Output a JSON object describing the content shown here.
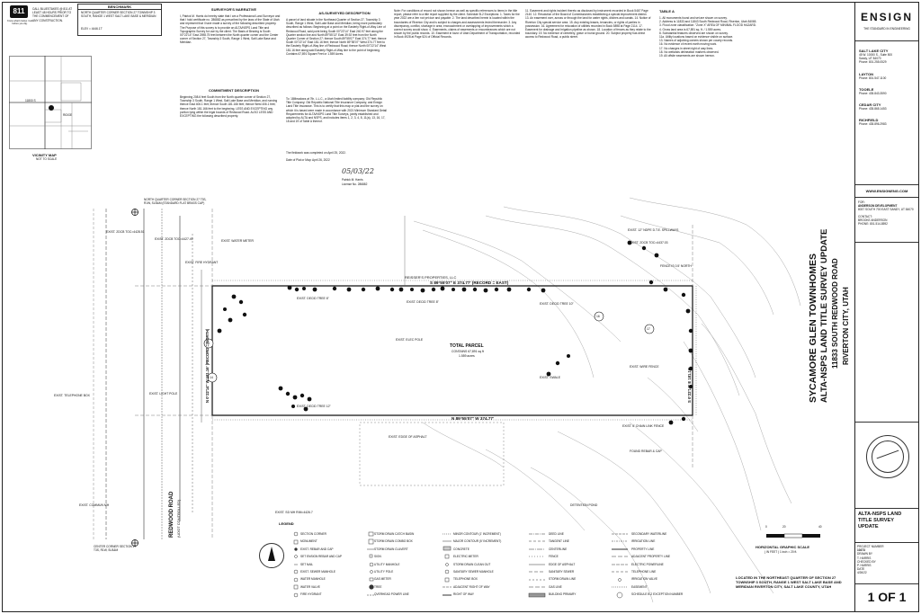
{
  "badge_811": {
    "number": "811",
    "caption": "Know what's below. Call before you dig.",
    "notice": "CALL BLUESTAKES @ 811 AT LEAST 48 HOURS PRIOR TO THE COMMENCEMENT OF ANY CONSTRUCTION."
  },
  "benchmark": {
    "title": "BENCHMARK",
    "text": "NORTH QUARTER CORNER SECTION 27 TOWNSHIP 3 SOUTH, RANGE 1 WEST SALT LAKE BASE & MERIDIAN",
    "elev": "ELEV = 4446.17'"
  },
  "vicinity_map": {
    "title": "VICINITY MAP",
    "subtitle": "NOT TO SCALE",
    "streets": [
      "11800 S",
      "RIDGE"
    ]
  },
  "surveyors_narrative": {
    "title": "SURVEYOR'S NARRATIVE",
    "body": "I, Patrick M. Harris do hereby state that I am a Professional Land Surveyor and that I hold certificate no. 286882 as prescribed by the laws of the State of Utah and represent that I have made a survey of the following described property. The Purpose of this survey is to provide an ALTA/NSPS Land Title and Topographic Survey for use by the client. The Basis of Bearing is South 00°22'14\" East 2598.75 feet between the North quarter corner and the Center corner of Section 27, Township 3 South, Range 1 West, Salt Lake Base and Meridian."
  },
  "commitment_description": {
    "title": "COMMITMENT DESCRIPTION",
    "body": "Beginning 208.6 feet South from the North quarter corner of Section 27, Township 3 South, Range 1 West, Salt Lake Base and Meridian, and running thence East 406.1 feet; thence South 181.166 feet; thence West 406.1 feet; thence North 181.166 feet to the beginning. LESS AND EXCEPTING any portion lying within the legal bounds of Redwood Road. ALSO LESS AND EXCEPTING the following described property."
  },
  "as_surveyed": {
    "title": "AS-SURVEYED DESCRIPTION",
    "body": "A parcel of land situate in the Northeast Quarter of Section 27, Township 3 South, Range 1 West, Salt Lake Base and Meridian, being more particularly described as follows: Beginning at a point on the Easterly Right-of-Way Line of Redwood Road, said point being South 00°22'14\" East 240.97 feet along the Quarter section line and North 89°55'13\" East 39.92 feet from the North Quarter Corner of Section 27; thence South 89°55'07\" East 374.77 feet; thence South 00°22'14\" East 181.16 feet; thence North 89°55'07\" West 374.77 feet to the Easterly Right-of-Way line of Redwood Road; thence North 00°22'14\" West 181.16 feet along said Easterly Right-of-Way line to the point of beginning. Contains 67,891 Square Feet or 1.559 Acres.",
    "cert": "To: 18Meadows at 7th, L.L.C., a Utah limited liability company; Old Republic Title Company; Old Republic National Title Insurance Company; and Ensign Land Title Insurance. This is to certify that this map or plat and the survey on which it is based were made in accordance with 2021 Minimum Standard Detail Requirements for ALTA/NSPS Land Title Surveys, jointly established and adopted by ALTA and NSPS, and includes items 1, 2, 3, 4, 8, 11(a), 13, 16, 17, 18 and 19 of Table A thereof.",
    "completed": "The fieldwork was completed on April 25, 2022.",
    "date_of_plat": "Date of Plat or Map: April 26, 2022",
    "signature": "05/03/22",
    "signer": "Patrick M. Harris",
    "license": "License No. 286882"
  },
  "general_notes": {
    "body": "Note: For conditions of record not shown hereon as well as specific references to items in the title report, please refer to a title report supplied by the client. Schedule B-2 Exceptions: 1. Taxes for the year 2022 are a lien not yet due and payable. 2. The land described herein is located within the boundaries of Riverton City and is subject to charges and assessments levied thereunder. 3. Any discrepancy, conflict, shortage in area, encroachment or overlapping of improvements which a correct survey would show. 4. Easements, claims of easements or encumbrances which are not shown by the public records. 10. Easement in favor of Utah Department of Transportation, recorded in Book 4928 at Page 524 of Official Records."
  },
  "right_notes": {
    "body": "11. Easement and rights incident thereto as disclosed by instrument recorded in Book 5467 Page 2140. 12. Resolution of the Board of Commissioners establishing a special improvement district. 13. An easement over, across or through the land for water rights, ditches and canals. 14. Notice of Riverton City special service area. 15. Any existing leases, tenancies, or rights of parties in possession. 16. Agreement for relocation of utilities recorded in Book 5898 at Page 2114. 17. Easement for drainage and irrigation pipeline as shown. 18. Location of fences as they relate to the boundary. 19. No evidence of cemetery, grave or burial ground. 20. Subject property has direct access to Redwood Road, a public street."
  },
  "table_a": {
    "title": "TABLE A",
    "items": [
      "1.  All monuments found and set are shown on survey.",
      "2.  Address is 11833 and 11843 South Redwood Road, Riverton, Utah 84065.",
      "3.  Flood zone classification: \"Zone X\" AREA OF MINIMAL FLOOD HAZARD.",
      "4.  Gross land area is 67,891 sq. ft. / 1.559 acres.",
      "8.  Substantial features observed are shown on survey.",
      "11a. Utility locations based on evidence visible on surface.",
      "13. Names of adjoining owners shown per county records.",
      "16. No evidence of recent earth moving work.",
      "17. No changes in street right of way lines.",
      "18. No wetlands delineation markers observed.",
      "19. All offsite easements are shown hereon."
    ]
  },
  "plan": {
    "road_name": "REDWOOD ROAD",
    "road_sub": "(UDOT CONTROLLED)",
    "owner": "REISSER'S PROPERTIES, LLC",
    "north_line": "S 89°55'07\" E  374.77' (RECORD = EAST)",
    "south_line": "N 89°55'07\" W  374.77'",
    "west_line": "N 0°22'14\" W  181.16' (RECORD = NORTH)",
    "east_line": "S 0°22'14\" E  181.16'",
    "parcel_title": "TOTAL PARCEL",
    "parcel_area": "CONTAINS 67,891 sq ft",
    "parcel_acres": "1.559 acres",
    "nq_corner": "NORTH QUARTER CORNER SECTION 27 T3S, R1W, SLB&M (STANDARD FLAT BRASS CAP)",
    "cq_corner": "CENTER CORNER SECTION 27 T3S, R1W, SLB&M",
    "detention_pond": "DETENTION POND",
    "callouts": [
      "14",
      "17",
      "16",
      "14"
    ],
    "labels": [
      "EXIST. 2DCB TOC=4428.51",
      "EXIST. 2DCB TOC=4427.49",
      "EXIST. WATER METER",
      "EXIST. FIRE HYDRANT",
      "EXIST. 12\" NDPE D.T.E. SPILLWAYS",
      "EXIST. 2DCB TOC=4437.03",
      "EXIST. DECID TREE 6\"",
      "EXIST. DECID TREE 8\"",
      "EXIST. DECID TREE 10\"",
      "EXIST. DECID TREE 12\"",
      "EXIST. ELEC POLE",
      "EXIST. TELEPHONE BOX",
      "EXIST. LIGHT POLE",
      "EXIST. COMMUN MH",
      "EXIST. 6' CHAIN LINK FENCE",
      "EXIST. WIRE FENCE",
      "FENCE IS 0.5' NORTH",
      "EXIST. SWALE",
      "EXIST. EDGE OF ASPHALT",
      "FOUND REBAR & CAP",
      "EXIST. SD MH RIM=4426.7"
    ]
  },
  "legend": {
    "title": "LEGEND",
    "col1": [
      "SECTION CORNER",
      "MONUMENT",
      "EXIST. REBAR AND CAP",
      "SET ENSIGN REBAR AND CAP",
      "SET NAIL",
      "EXIST. SEWER MANHOLE",
      "WATER MANHOLE",
      "WATER VALVE",
      "FIRE HYDRANT"
    ],
    "col2": [
      "STORM DRAIN CATCH BASIN",
      "STORM DRAIN COMBO BOX",
      "STORM DRAIN CULVERT",
      "SIGN",
      "UTILITY MANHOLE",
      "UTILITY POLE",
      "GAS METER",
      "TREE",
      "OVERHEAD POWER LINE"
    ],
    "col3": [
      "MINOR CONTOUR (1' INCREMENT)",
      "MAJOR CONTOUR (5' INCREMENT)",
      "CONCRETE",
      "ELECTRIC METER",
      "STORM DRAIN CLEAN OUT",
      "SANITARY SEWER MANHOLE",
      "TELEPHONE BOX",
      "ADJACENT RIGHT OF WAY",
      "RIGHT OF WAY"
    ],
    "col4": [
      "DEED LINE",
      "TANGENT LINE",
      "CENTERLINE",
      "FENCE",
      "EDGE OF ASPHALT",
      "SANITARY SEWER",
      "STORM DRAIN LINE",
      "GAS LINE",
      "BUILDING PRIMARY"
    ],
    "col5": [
      "SECONDARY WATERLINE",
      "IRRIGATION LINE",
      "PROPERTY LINE",
      "ADJACENT PROPERTY LINE",
      "ELECTRIC POWERLINE",
      "TELEPHONE LINE",
      "IRRIGATION VALVE",
      "EASEMENT",
      "SCHEDULE B-2 EXCEPTION NUMBER"
    ]
  },
  "graphic_scale": {
    "title": "HORIZONTAL GRAPHIC SCALE",
    "ticks": [
      "0",
      "20",
      "40"
    ],
    "note": "( IN FEET )  1 inch = 20 ft."
  },
  "location_note": "LOCATED IN THE NORTHEAST QUARTER OF SECTION 27 TOWNSHIP 3 SOUTH, RANGE 1 WEST SALT LAKE BASE AND MERIDIAN RIVERTON CITY, SALT LAKE COUNTY, UTAH",
  "sheet_title": {
    "line1": "SYCAMORE GLEN TOWNHOMES",
    "line2": "ALTA-NSPS LAND TITLE SURVEY UPDATE",
    "line3": "11833 SOUTH REDWOOD ROAD",
    "line4": "RIVERTON CITY, UTAH"
  },
  "title_block": {
    "brand": "ENSIGN",
    "tagline": "THE STANDARD IN ENGINEERING",
    "offices": [
      {
        "city": "SALT LAKE CITY",
        "lines": [
          "45 W. 10000 S., Suite 500",
          "Sandy, UT 84070",
          "Phone: 801.255.0529"
        ]
      },
      {
        "city": "LAYTON",
        "lines": [
          "Phone: 801.547.1100"
        ]
      },
      {
        "city": "TOOELE",
        "lines": [
          "Phone: 435.843.3590"
        ]
      },
      {
        "city": "CEDAR CITY",
        "lines": [
          "Phone: 435.865.1453"
        ]
      },
      {
        "city": "RICHFIELD",
        "lines": [
          "Phone: 435.896.2983"
        ]
      }
    ],
    "website": "WWW.ENSIGNENG.COM",
    "for_label": "FOR:",
    "client": "ANDERSON DEVELOPMENT",
    "client_addr": "8037 SOUTH 700 EAST  SANDY, UT 84070",
    "contact_label": "CONTACT:",
    "contact": "BROOKE ANDERSON",
    "phone": "PHONE:  801-514-8592",
    "sheet_name": "ALTA-NSPS LAND TITLE SURVEY UPDATE",
    "project_number_label": "PROJECT NUMBER",
    "project_number": "10373",
    "printed": "PRINTED",
    "drawn_by_label": "DRAWN BY",
    "drawn_by": "T. HARRIS",
    "checked_by_label": "CHECKED BY",
    "checked_by": "P. HARRIS",
    "date_label": "DATE",
    "date": "4/26/22",
    "sheet": "1 OF 1"
  }
}
